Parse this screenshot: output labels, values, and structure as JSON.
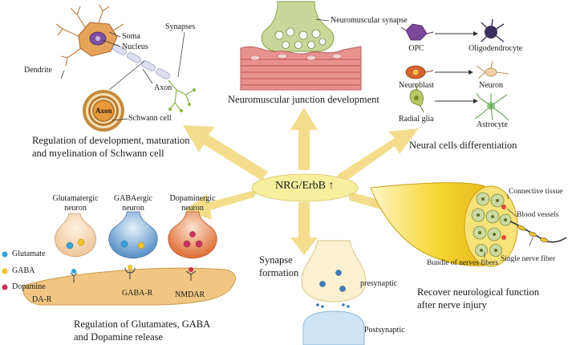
{
  "center": {
    "label": "NRG/ErbB",
    "arrow_glyph": "↑"
  },
  "schwann": {
    "soma": "Soma",
    "nucleus": "Nucleus",
    "dendrite": "Dendrite",
    "axon_inner": "Axon",
    "axon": "Axon",
    "synapses": "Synapses",
    "schwann_cell": "Schwann cell",
    "caption_1": "Regulation of development, maturation",
    "caption_2": "and myelination of Schwann cell"
  },
  "nmj": {
    "synapse_label": "Neuromuscular synapse",
    "caption": "Neuromuscular junction development"
  },
  "neural": {
    "rows": [
      {
        "from": "OPC",
        "to": "Oligodendrocyte"
      },
      {
        "from": "Neuroblast",
        "to": "Neuron"
      },
      {
        "from": "Radial glia",
        "to": "Astrocyte"
      }
    ],
    "caption": "Neural cells differentiation"
  },
  "release": {
    "neurons": [
      {
        "line1": "Glutamatergic",
        "line2": "neuron"
      },
      {
        "line1": "GABAergic",
        "line2": "neuron"
      },
      {
        "line1": "Dopaminergic",
        "line2": "neuron"
      }
    ],
    "legend": [
      "Glutamate",
      "GABA",
      "Dopamine"
    ],
    "receptors": [
      "DA-R",
      "GABA-R",
      "NMDAR"
    ],
    "caption_1": "Regulation of Glutamates, GABA",
    "caption_2": "and Dopamine release"
  },
  "synapse": {
    "title_1": "Synapse",
    "title_2": "formation",
    "presynaptic": "presynaptic",
    "postsynaptic": "Postsynaptic"
  },
  "nerve": {
    "connective": "Connective tissue",
    "vessels": "Blood vessels",
    "bundle": "Bundle of nerves fibers",
    "single": "Single nerve fiber",
    "caption_1": "Recover neurological function",
    "caption_2": "after nerve injury"
  },
  "colors": {
    "arrow": "#f3dc86",
    "center_fill": "#f7ef9e",
    "glutamate": "#36a3d9",
    "gaba": "#f0c428",
    "dopamine": "#c8355a",
    "membrane": "#f1c682",
    "terminal_green": "#c9d79a",
    "muscle": "#e89290",
    "nerve_yellow": "#f5d12e",
    "post_blue": "#cfe4f4"
  }
}
